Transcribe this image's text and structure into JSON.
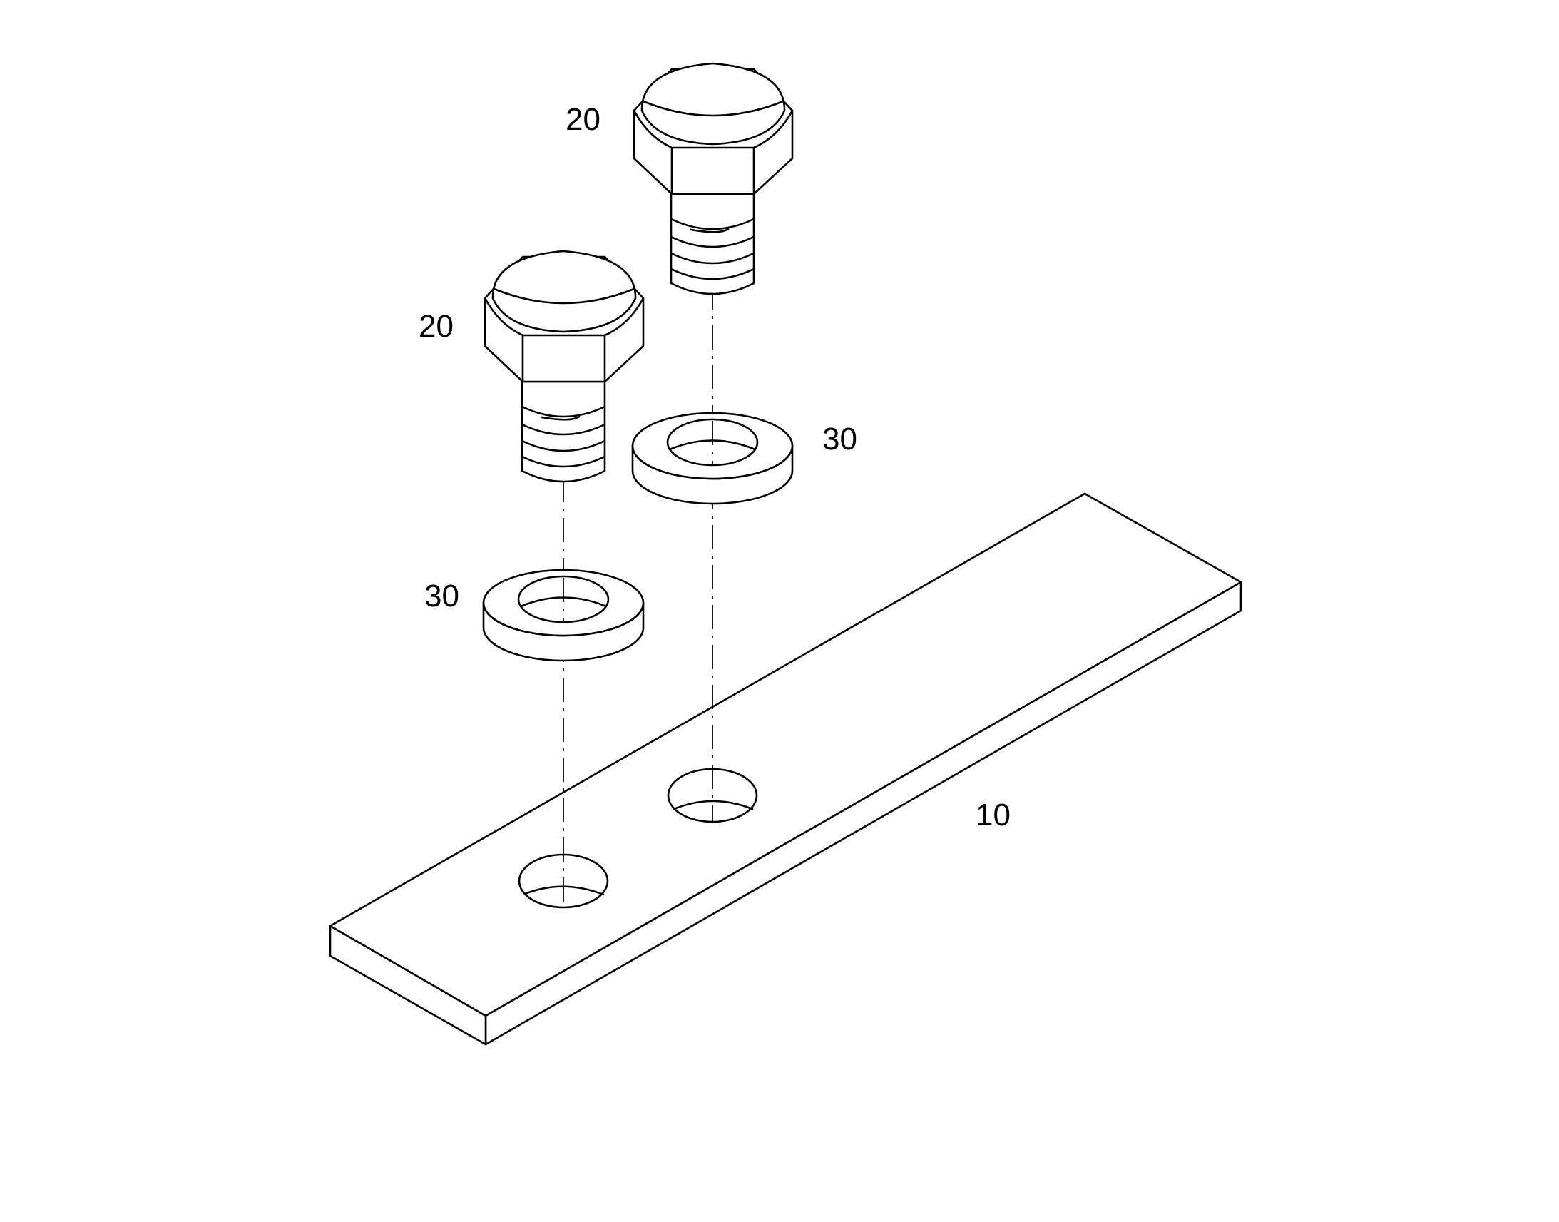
{
  "figure": {
    "background": "#ffffff",
    "line_color": "#000000",
    "reference_numerals": {
      "bar": "10",
      "bolt_rear": "20",
      "bolt_front": "20",
      "washer_rear": "30",
      "washer_front": "30"
    }
  }
}
